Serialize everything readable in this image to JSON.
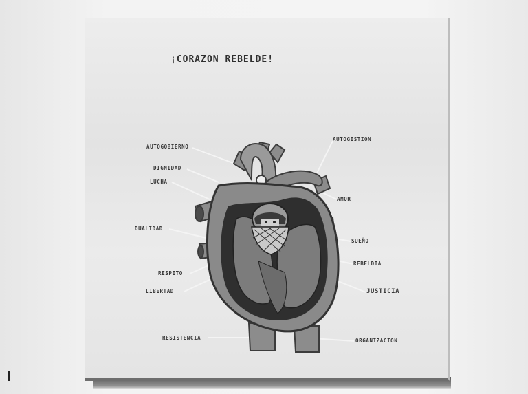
{
  "painting": {
    "title": "¡CORAZON REBELDE!",
    "labels": {
      "autogobierno": "AUTOGOBIERNO",
      "dignidad": "DIGNIDAD",
      "lucha": "LUCHA",
      "dualidad": "DUALIDAD",
      "respeto": "RESPETO",
      "libertad": "LIBERTAD",
      "resistencia": "RESISTENCIA",
      "autogestion": "AUTOGESTION",
      "amor": "AMOR",
      "sueno": "SUEÑO",
      "rebeldia": "REBELDIA",
      "justicia": "JUSTICIA",
      "organizacion": "ORGANIZACION"
    }
  }
}
